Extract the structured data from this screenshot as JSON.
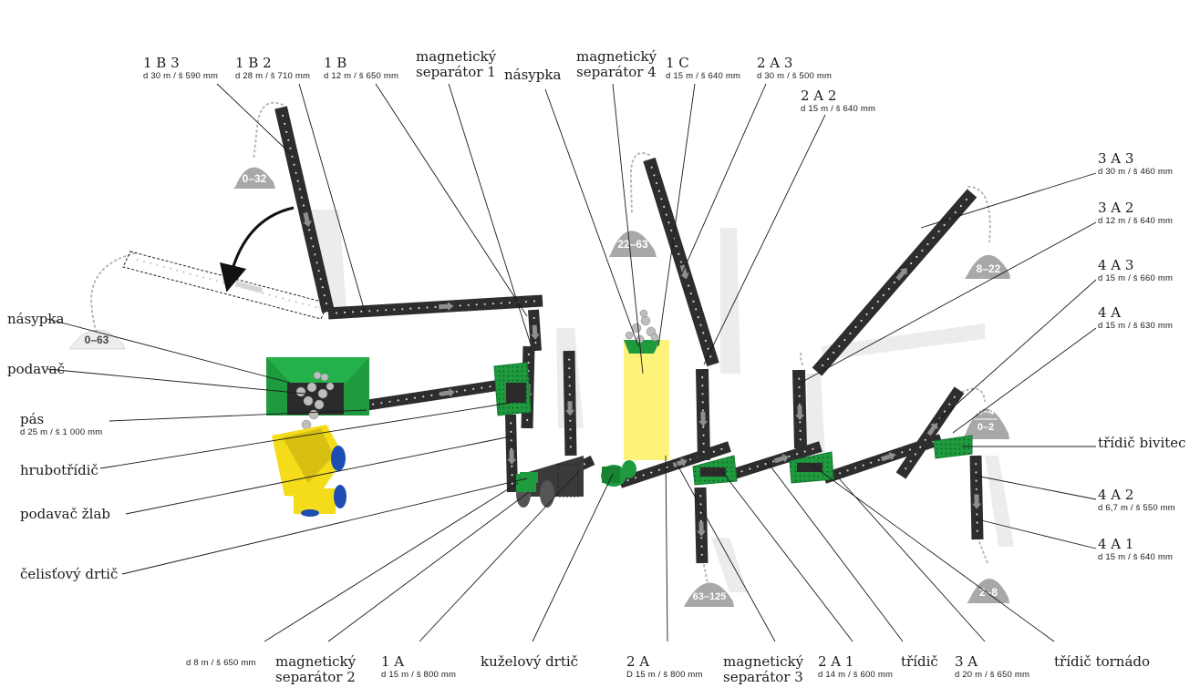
{
  "labels": {
    "b13": {
      "title": "1 B 3",
      "sub": "d 30 m / š 590 mm"
    },
    "b12": {
      "title": "1 B 2",
      "sub": "d 28 m / š 710 mm"
    },
    "b1": {
      "title": "1 B",
      "sub": "d 12 m / š 650 mm"
    },
    "mag1": {
      "title": "magnetický",
      "title2": "separátor 1"
    },
    "nasypka_top": {
      "title": "násypka"
    },
    "mag4": {
      "title": "magnetický",
      "title2": "separátor 4"
    },
    "c1": {
      "title": "1 C",
      "sub": "d 15 m / š 640 mm"
    },
    "a23": {
      "title": "2 A 3",
      "sub": "d 30 m / š 500 mm"
    },
    "a22": {
      "title": "2 A 2",
      "sub": "d 15 m / š 640 mm"
    },
    "a33": {
      "title": "3 A 3",
      "sub": "d 30 m / š 460 mm"
    },
    "a32": {
      "title": "3 A 2",
      "sub": "d 12 m / š 640 mm"
    },
    "a43": {
      "title": "4 A 3",
      "sub": "d 15 m / š 660 mm"
    },
    "a4": {
      "title": "4 A",
      "sub": "d 15 m / š 630 mm"
    },
    "bivitec": {
      "title": "třídič bivitec"
    },
    "a42": {
      "title": "4 A 2",
      "sub": "d 6,7 m / š 550 mm"
    },
    "a41": {
      "title": "4 A 1",
      "sub": "d 15 m / š 640 mm"
    },
    "nasypka_left": {
      "title": "násypka"
    },
    "podavac": {
      "title": "podavač"
    },
    "pas": {
      "title": "pás",
      "sub": "d 25 m / š 1 000 mm"
    },
    "hrubotridic": {
      "title": "hrubotřídič"
    },
    "podavac_zlab": {
      "title": "podavač žlab"
    },
    "celistovy": {
      "title": "čelisťový drtič"
    },
    "d8m": {
      "sub": "d 8 m / š 650 mm"
    },
    "mag2": {
      "title": "magnetický",
      "title2": "separátor 2"
    },
    "a1": {
      "title": "1 A",
      "sub": "d 15 m / š 800 mm"
    },
    "kuzelovy": {
      "title": "kuželový drtič"
    },
    "a2": {
      "title": "2 A",
      "sub": "D 15 m / š 800 mm"
    },
    "mag3": {
      "title": "magnetický",
      "title2": "separátor 3"
    },
    "a21": {
      "title": "2 A 1",
      "sub": "d 14 m / š 600 mm"
    },
    "tridic": {
      "title": "třídič"
    },
    "a3": {
      "title": "3 A",
      "sub": "d 20 m / š 650 mm"
    },
    "tornado": {
      "title": "třídič tornádo"
    }
  },
  "piles": {
    "p032": "0–32",
    "p063": "0–63",
    "p2263": "22–63",
    "p822": "8–22",
    "p04": "0–4",
    "p02": "0–2",
    "p28": "2–8",
    "p63125": "63–125"
  },
  "colors": {
    "conveyor": "#2d2d2d",
    "conveyor_dots": "#c8c8c8",
    "shadow": "#e6e6e6",
    "equipment_green": "#1f9a3e",
    "truck_yellow": "#f4dc1a",
    "highlight_yellow": "#fdf27a",
    "pile_gray": "#a9a9a9",
    "line": "#1a1a1a"
  }
}
